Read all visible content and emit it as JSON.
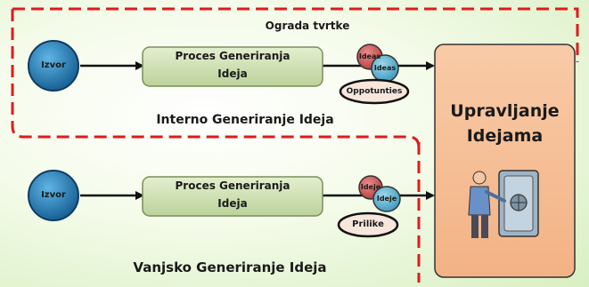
{
  "diagram": {
    "boundary_label": "Ograda tvrtke",
    "internal": {
      "source_label": "Izvor",
      "process_label_line1": "Proces Generiranja",
      "process_label_line2": "Ideja",
      "bubble_1": "Ideas",
      "bubble_2": "Ideas",
      "bubble_3": "Oppotunties",
      "section_label": "Interno Generiranje Ideja"
    },
    "external": {
      "source_label": "Izvor",
      "process_label_line1": "Proces Generiranja",
      "process_label_line2": "Ideja",
      "bubble_1": "Ideje",
      "bubble_2": "Ideje",
      "bubble_3": "Prilike",
      "section_label": "Vanjsko Generiranje Ideja"
    },
    "management": {
      "title_line1": "Upravljanje",
      "title_line2": "Idejama"
    },
    "colors": {
      "boundary": "#e01a1a",
      "source_circle": "#1a6ea8",
      "process_box": "#cfe0b4",
      "bubble_red": "#c84a4a",
      "bubble_blue": "#4aa3c4",
      "bubble_light": "#f6e6dc",
      "management_box": "#f6c09a"
    }
  }
}
